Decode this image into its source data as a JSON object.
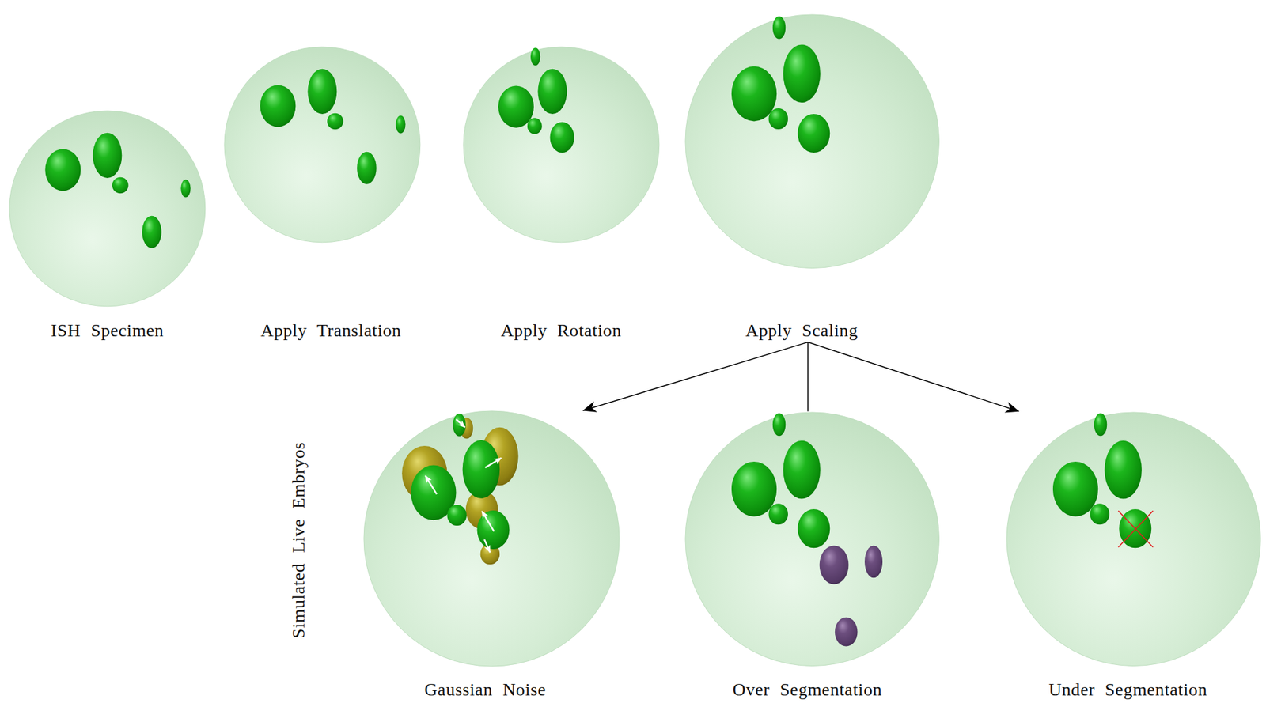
{
  "diagram": {
    "nodes": [
      {
        "text": [
          "ISH Specimen"
        ]
      },
      {
        "text": [
          "Apply Translation"
        ]
      },
      {
        "text": [
          "Apply Rotation"
        ]
      },
      {
        "text": [
          "Apply Scaling"
        ]
      },
      {
        "text": [
          "Gaussian Noise"
        ]
      },
      {
        "text": [
          "Over Segmentation"
        ]
      },
      {
        "text": [
          "Under Segmentation"
        ]
      }
    ],
    "edges": [
      {
        "from": 3,
        "to": 4,
        "arrow": "to"
      },
      {
        "from": 3,
        "to": 5,
        "arrow": "none"
      },
      {
        "from": 3,
        "to": 6,
        "arrow": "to"
      }
    ],
    "labels": [
      "Simulated Live Embryos"
    ]
  }
}
